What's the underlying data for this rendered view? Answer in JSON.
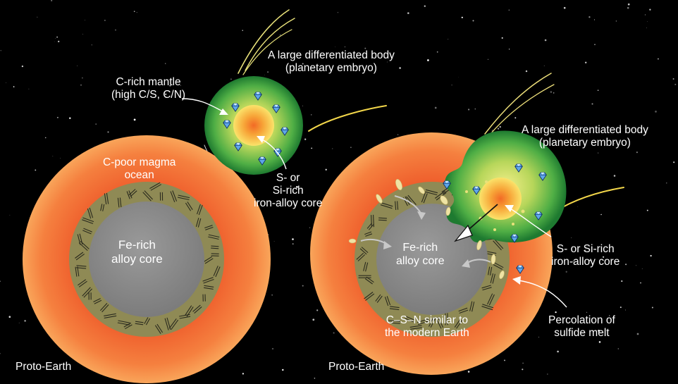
{
  "left_scene": {
    "magma_ocean_label": [
      "C-poor magma",
      "ocean"
    ],
    "core_label": [
      "Fe-rich",
      "alloy core"
    ],
    "proto_earth_label": "Proto-Earth",
    "embryo_label": [
      "A large differentiated body",
      "(planetary embryo)"
    ],
    "mantle_label": [
      "C-rich mantle",
      "(high C/S, C/N)"
    ],
    "embryo_core_label": [
      "S- or",
      "Si-rich",
      "iron-alloy core"
    ]
  },
  "right_scene": {
    "embryo_label": [
      "A large differentiated body",
      "(planetary embryo)"
    ],
    "core_label": [
      "Fe-rich",
      "alloy core"
    ],
    "embryo_core_label": [
      "S- or Si-rich",
      "iron-alloy core"
    ],
    "percolation_label": [
      "Percolation of",
      "sulfide melt"
    ],
    "csn_label": [
      "C–S–N similar to",
      "the modern Earth"
    ],
    "proto_earth_label": "Proto-Earth"
  },
  "colors": {
    "background": "#000000",
    "magma_ocean": "#f0703a",
    "mantle_band": "#8f8a55",
    "core": "#8c8c8c",
    "embryo_mantle": "#2f9a3e",
    "embryo_core": "#f7c23a",
    "diamond": "#7ab8f0"
  }
}
